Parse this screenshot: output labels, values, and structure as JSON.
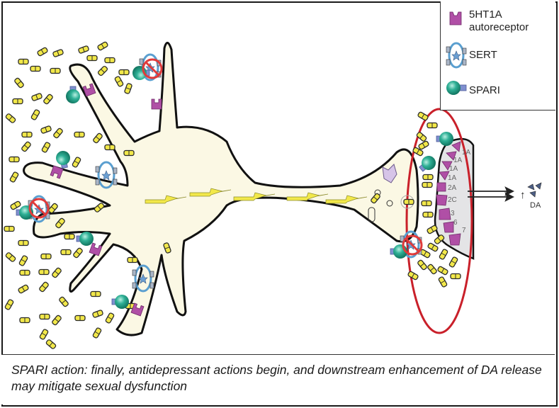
{
  "legend": {
    "items": [
      {
        "icon": "5ht1a-autoreceptor-icon",
        "label_line1": "5HT1A",
        "label_line2": "autoreceptor"
      },
      {
        "icon": "sert-icon",
        "label_line1": "SERT"
      },
      {
        "icon": "spari-icon",
        "label_line1": "SPARI"
      }
    ]
  },
  "diagram": {
    "receptor_labels": [
      "1A",
      "1A",
      "1A",
      "1A",
      "2A",
      "2C",
      "3",
      "6",
      "7"
    ],
    "output_label": "DA",
    "arrow_symbol": "↑",
    "colors": {
      "neuron_fill": "#fbf8e4",
      "serotonin": "#f2e84a",
      "receptor": "#b04fa6",
      "spari_ball": "#2aa88f",
      "spari_stem": "#7f8fcf",
      "sert_ring": "#5a9fd0",
      "inhibit": "#e03a3a",
      "focus_oval": "#c9202a",
      "postsynaptic": "#e4e4e6"
    }
  },
  "caption": {
    "text": "SPARI action: finally, antidepressant actions begin, and downstream enhancement of DA release may mitigate sexual dysfunction"
  }
}
